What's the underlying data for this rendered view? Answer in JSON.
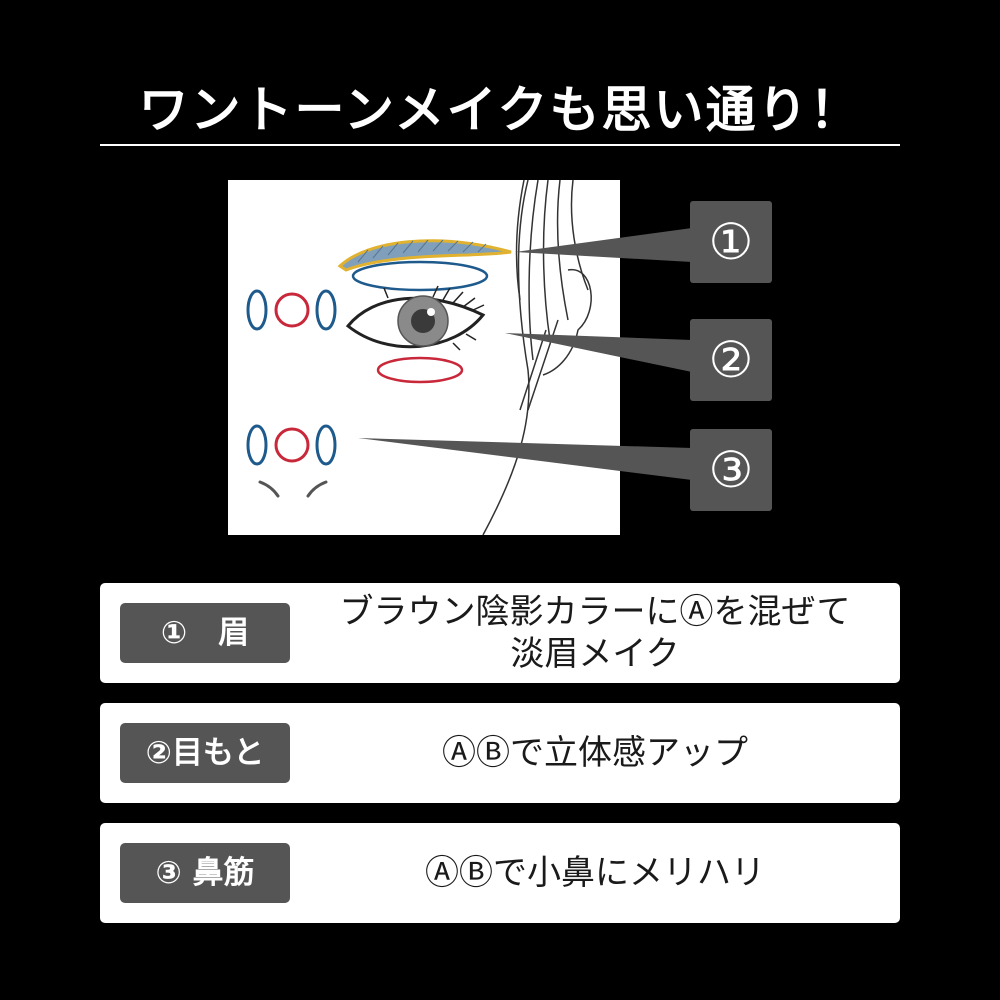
{
  "headline": "ワントーンメイクも思い通り！",
  "colors": {
    "background": "#000000",
    "panel": "#ffffff",
    "tag": "#555555",
    "eyebrow_fill": "#7f9fba",
    "eyebrow_outline": "#e0b230",
    "blue_mark": "#1e5a8c",
    "red_mark": "#c8283a"
  },
  "callouts": [
    "①",
    "②",
    "③"
  ],
  "rows": [
    {
      "tag": "①　眉",
      "lines": [
        "ブラウン陰影カラーにⒶを混ぜて",
        "淡眉メイク"
      ]
    },
    {
      "tag": "②目もと",
      "lines": [
        "ⒶⒷで立体感アップ"
      ]
    },
    {
      "tag": "③ 鼻筋",
      "lines": [
        "ⒶⒷで小鼻にメリハリ"
      ]
    }
  ]
}
